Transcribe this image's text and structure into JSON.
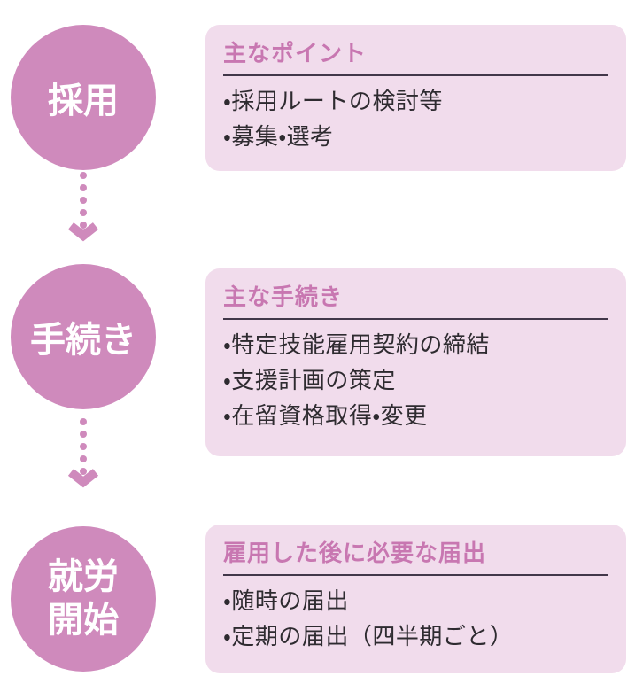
{
  "colors": {
    "circle_pink": "#cf8abc",
    "title_pink": "#c877b1",
    "box_background": "#f1dcec",
    "rule_dark": "#42384a",
    "body_text": "#2e2b30",
    "circle_text": "#ffffff",
    "page_background": "#ffffff"
  },
  "steps": [
    {
      "circle_label": "採用",
      "box": {
        "title": "主なポイント",
        "items": [
          "・採用ルートの検討等",
          "・募集・選考"
        ]
      }
    },
    {
      "circle_label": "手続き",
      "box": {
        "title": "主な手続き",
        "items": [
          "・特定技能雇用契約の締結",
          "・支援計画の策定",
          "・在留資格取得・変更"
        ]
      }
    },
    {
      "circle_label": "就労開始",
      "box": {
        "title": "雇用した後に必要な届出",
        "items": [
          "・随時の届出",
          "・定期の届出（四半期ごと）"
        ]
      }
    }
  ]
}
